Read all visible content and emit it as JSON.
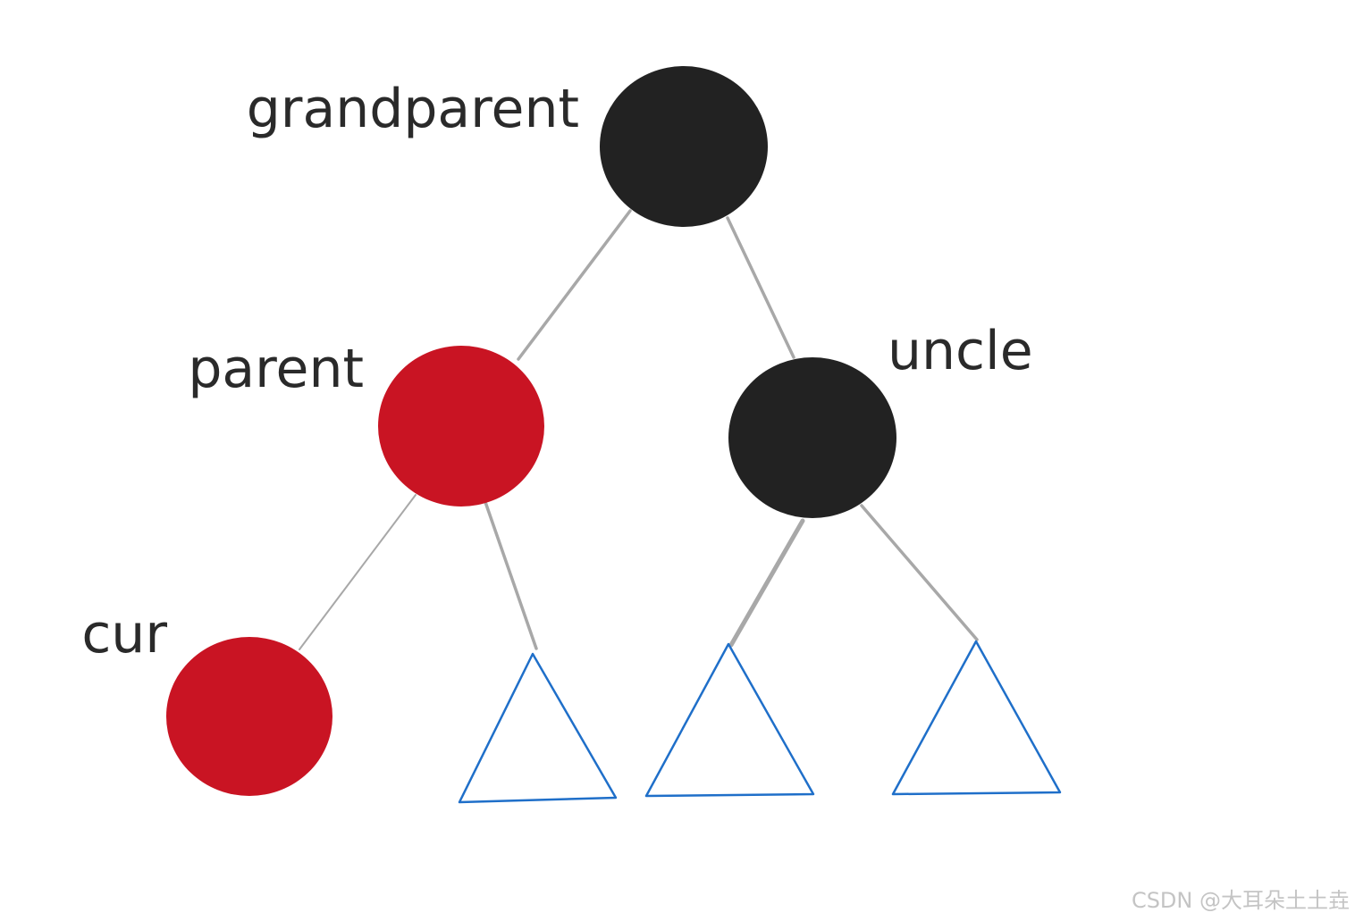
{
  "colors": {
    "red_node": "#c91423",
    "black_node": "#222222",
    "subtree_outline": "#1f6fc9",
    "edge": "#a8a8a8"
  },
  "nodes": {
    "grandparent": {
      "label": "grandparent",
      "color": "black"
    },
    "parent": {
      "label": "parent",
      "color": "red"
    },
    "uncle": {
      "label": "uncle",
      "color": "black"
    },
    "cur": {
      "label": "cur",
      "color": "red"
    }
  },
  "subtrees": [
    {
      "icon": "triangle-subtree-icon",
      "parent_node": "parent"
    },
    {
      "icon": "triangle-subtree-icon",
      "parent_node": "uncle"
    },
    {
      "icon": "triangle-subtree-icon",
      "parent_node": "uncle"
    }
  ],
  "watermark": "CSDN @大耳朵土土垚"
}
